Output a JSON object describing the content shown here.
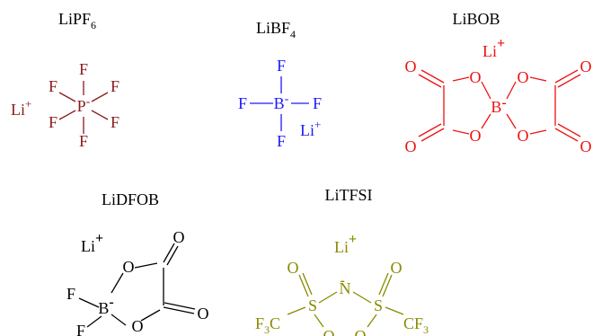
{
  "colors": {
    "lipf6": "#8b1a1a",
    "libf4": "#1a1aff",
    "libob": "#ee1111",
    "lidfob": "#000000",
    "litfsi": "#8a8a00"
  },
  "compounds": {
    "lipf6": {
      "title_main": "LiPF",
      "title_sub": "6",
      "li": "Li",
      "li_charge": "+",
      "center": "P",
      "center_charge": "-",
      "f": "F"
    },
    "libf4": {
      "title_main": "LiBF",
      "title_sub": "4",
      "center": "B",
      "center_charge": "-",
      "f": "F",
      "li": "Li",
      "li_charge": "+"
    },
    "libob": {
      "title": "LiBOB",
      "li": "Li",
      "li_charge": "+",
      "b": "B",
      "b_charge": "-",
      "o": "O"
    },
    "lidfob": {
      "title": "LiDFOB",
      "li": "Li",
      "li_charge": "+",
      "b": "B",
      "b_charge": "-",
      "o": "O",
      "f": "F"
    },
    "litfsi": {
      "title": "LiTFSI",
      "li": "Li",
      "li_charge": "+",
      "n": "N",
      "n_charge": "-",
      "s": "S",
      "o": "O",
      "cf3_main": "F",
      "cf3_sub": "3",
      "cf3_c": "C"
    }
  }
}
